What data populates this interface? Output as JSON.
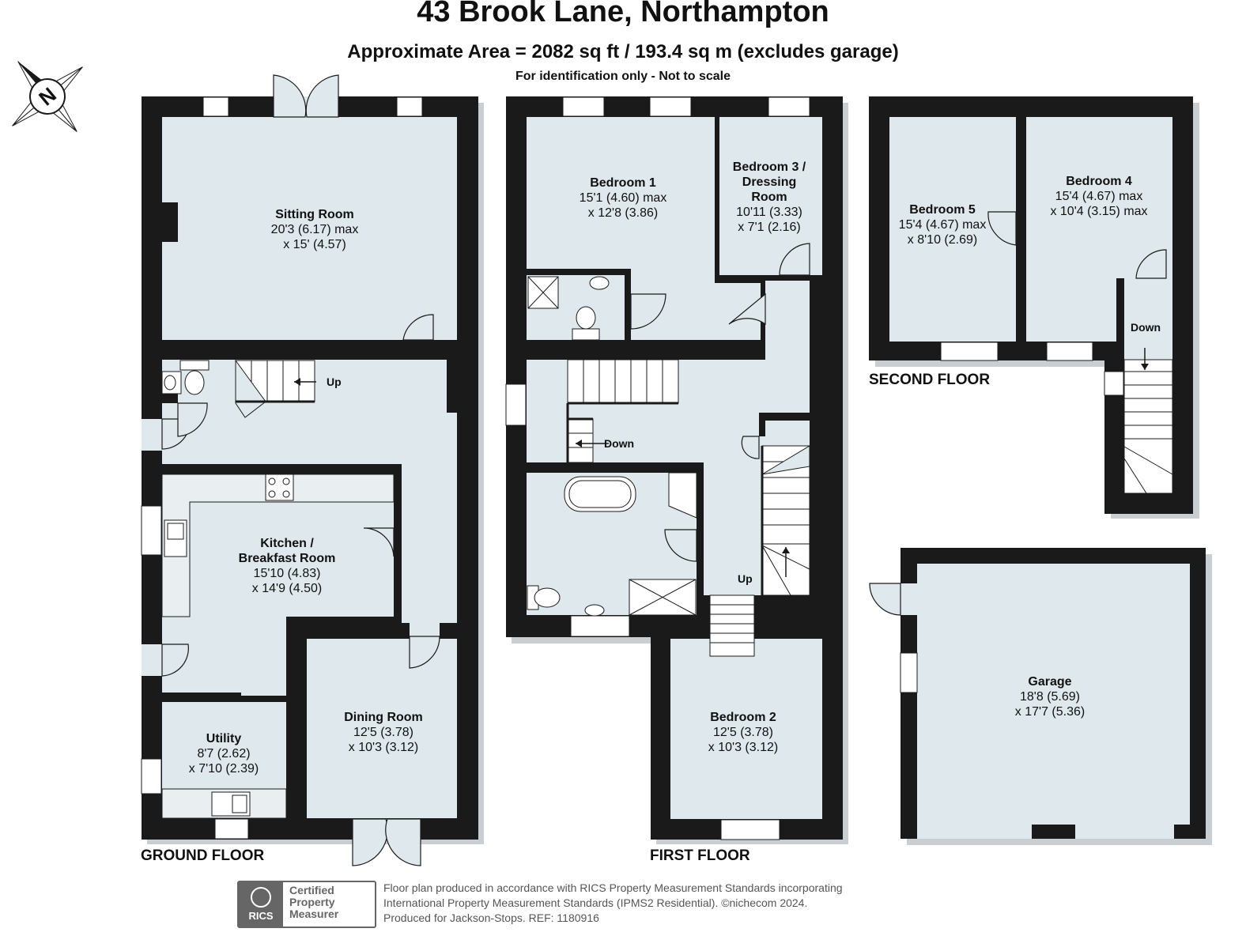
{
  "header": {
    "title": "43 Brook Lane, Northampton",
    "area": "Approximate Area = 2082 sq ft / 193.4 sq m (excludes garage)",
    "note": "For identification only - Not to scale"
  },
  "compass": {
    "label": "N",
    "icon": "compass-north-icon"
  },
  "floors": {
    "ground": "GROUND FLOOR",
    "first": "FIRST FLOOR",
    "second": "SECOND FLOOR"
  },
  "rooms": {
    "sitting": {
      "name": "Sitting Room",
      "dim1": "20'3 (6.17) max",
      "dim2": "x 15' (4.57)"
    },
    "kitchen": {
      "name1": "Kitchen /",
      "name2": "Breakfast Room",
      "dim1": "15'10 (4.83)",
      "dim2": "x 14'9 (4.50)"
    },
    "utility": {
      "name": "Utility",
      "dim1": "8'7 (2.62)",
      "dim2": "x 7'10 (2.39)"
    },
    "dining": {
      "name": "Dining Room",
      "dim1": "12'5 (3.78)",
      "dim2": "x 10'3 (3.12)"
    },
    "bedroom1": {
      "name": "Bedroom 1",
      "dim1": "15'1 (4.60) max",
      "dim2": "x 12'8 (3.86)"
    },
    "bedroom3": {
      "name1": "Bedroom 3 /",
      "name2": "Dressing",
      "name3": "Room",
      "dim1": "10'11 (3.33)",
      "dim2": "x 7'1 (2.16)"
    },
    "bedroom2": {
      "name": "Bedroom 2",
      "dim1": "12'5 (3.78)",
      "dim2": "x 10'3 (3.12)"
    },
    "bedroom5": {
      "name": "Bedroom 5",
      "dim1": "15'4 (4.67) max",
      "dim2": "x 8'10 (2.69)"
    },
    "bedroom4": {
      "name": "Bedroom 4",
      "dim1": "15'4 (4.67) max",
      "dim2": "x 10'4 (3.15) max"
    },
    "garage": {
      "name": "Garage",
      "dim1": "18'8 (5.69)",
      "dim2": "x 17'7 (5.36)"
    }
  },
  "stairs": {
    "ground_up": "Up",
    "first_down": "Down",
    "first_up": "Up",
    "second_down": "Down"
  },
  "badge": {
    "logo": "RICS",
    "line1": "Certified",
    "line2": "Property",
    "line3": "Measurer"
  },
  "footer": {
    "line1": "Floor plan produced in accordance with RICS Property Measurement Standards incorporating",
    "line2": "International Property Measurement Standards (IPMS2 Residential).  ©nichecom 2024.",
    "line3": "Produced for Jackson-Stops.   REF:  1180916"
  },
  "colors": {
    "wall": "#1a1a1a",
    "floor": "#dfe8ec",
    "shadow": "#c9ced2",
    "fixture": "#ffffff"
  }
}
